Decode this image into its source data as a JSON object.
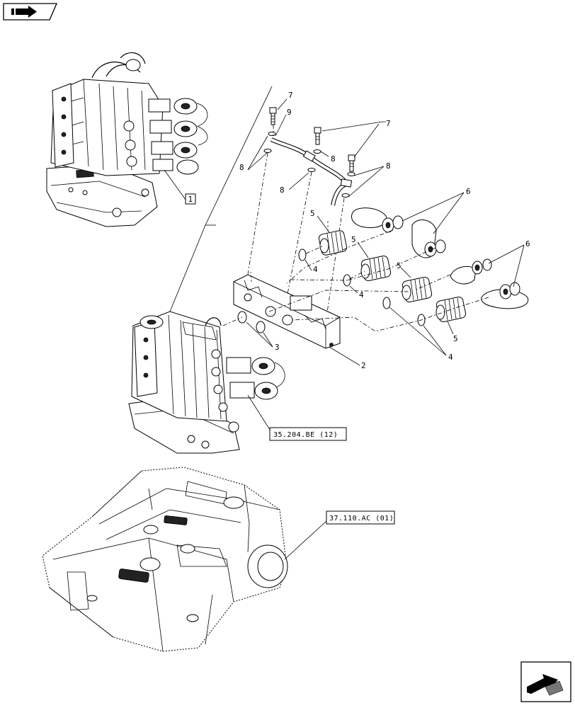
{
  "callouts": {
    "c1": "1",
    "c2": "2",
    "c3": "3",
    "c4a": "4",
    "c4b": "4",
    "c4c": "4",
    "c5a": "5",
    "c5b": "5",
    "c5c": "5",
    "c5d": "5",
    "c6a": "6",
    "c6b": "6",
    "c7a": "7",
    "c7b": "7",
    "c8a": "8",
    "c8b": "8",
    "c8c": "8",
    "c8d": "8",
    "c9": "9"
  },
  "references": {
    "ref_valve_block": "35.204.BE (12)",
    "ref_housing": "37.110.AC (01)"
  },
  "icons": {
    "top_left": "back-arrow-icon",
    "bottom_right": "next-arrow-icon"
  }
}
